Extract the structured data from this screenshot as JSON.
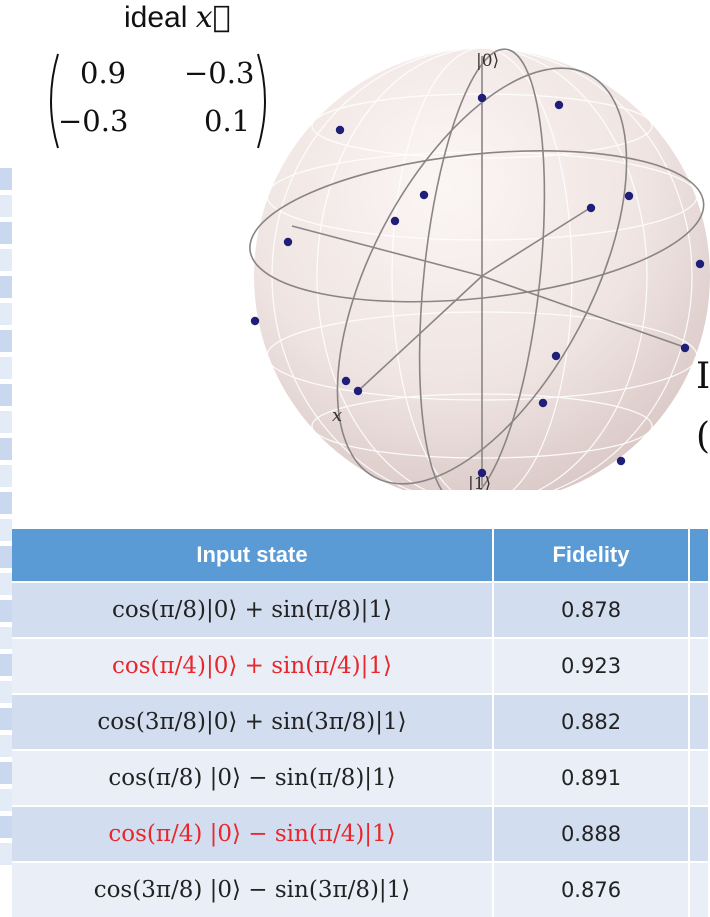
{
  "ideal_label": {
    "text": "ideal ",
    "vector": "x⃗"
  },
  "matrix": [
    [
      "0.9",
      "−0.3"
    ],
    [
      "−0.3",
      "0.1"
    ]
  ],
  "sphere": {
    "top_label": "|0⟩",
    "bottom_label": "|1⟩",
    "x_label": "x",
    "point_color": "#1f1f7a"
  },
  "right_edge_glyphs": [
    "I",
    "("
  ],
  "table": {
    "headers": [
      "Input state",
      "Fidelity"
    ],
    "header_color": "#5b9bd5",
    "highlight_color": "#e8262b",
    "rows": [
      {
        "state": "cos(π/8)|0⟩ + sin(π/8)|1⟩",
        "fidelity": "0.878",
        "highlight": false
      },
      {
        "state": "cos(π/4)|0⟩ + sin(π/4)|1⟩",
        "fidelity": "0.923",
        "highlight": true
      },
      {
        "state": "cos(3π/8)|0⟩ + sin(3π/8)|1⟩",
        "fidelity": "0.882",
        "highlight": false
      },
      {
        "state": "cos(π/8) |0⟩ − sin(π/8)|1⟩",
        "fidelity": "0.891",
        "highlight": false
      },
      {
        "state": "cos(π/4) |0⟩ − sin(π/4)|1⟩",
        "fidelity": "0.888",
        "highlight": true
      },
      {
        "state": "cos(3π/8) |0⟩ − sin(3π/8)|1⟩",
        "fidelity": "0.876",
        "highlight": false
      }
    ]
  }
}
